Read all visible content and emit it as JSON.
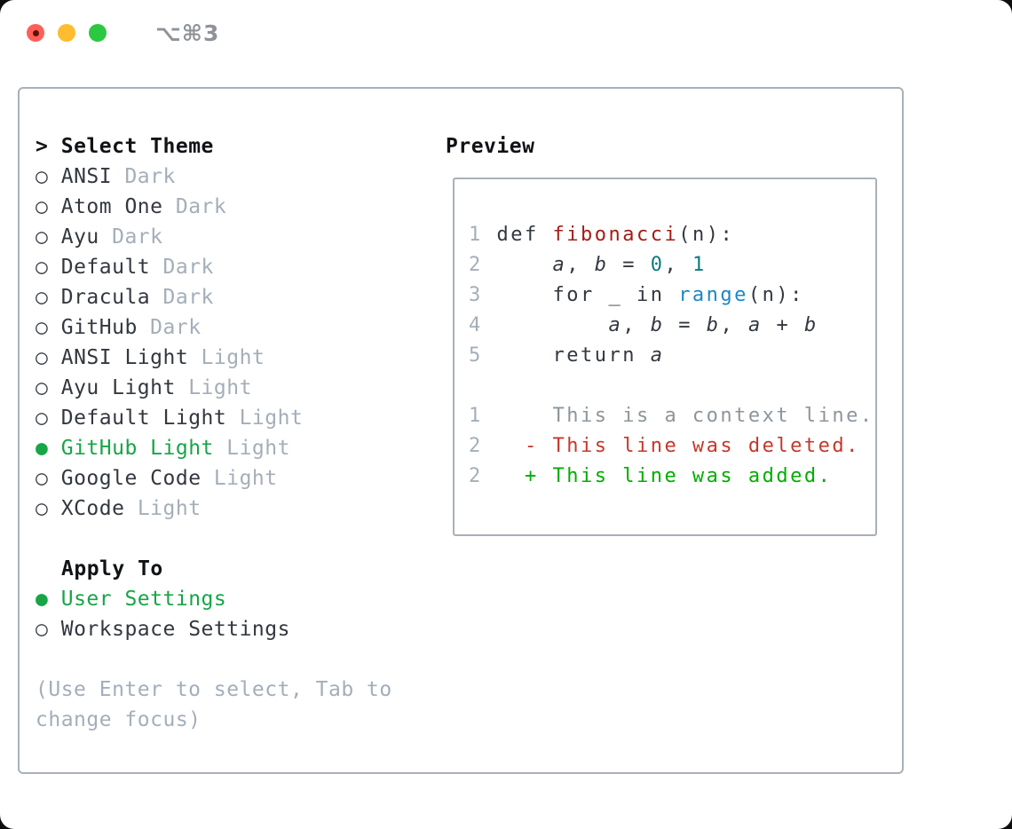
{
  "window": {
    "shortcut_hint": "⌥⌘3",
    "traffic_lights": [
      {
        "name": "close-button",
        "color": "#ff5f57",
        "has_dot": true
      },
      {
        "name": "minimize-button",
        "color": "#febc2e",
        "has_dot": false
      },
      {
        "name": "zoom-button",
        "color": "#2bc840",
        "has_dot": false
      }
    ]
  },
  "theme_panel": {
    "title_prefix": ">",
    "title": "Select Theme",
    "bullets": {
      "selected": "●",
      "unselected": "○"
    },
    "themes": [
      {
        "name": "ANSI",
        "variant": "Dark",
        "selected": false
      },
      {
        "name": "Atom One",
        "variant": "Dark",
        "selected": false
      },
      {
        "name": "Ayu",
        "variant": "Dark",
        "selected": false
      },
      {
        "name": "Default",
        "variant": "Dark",
        "selected": false
      },
      {
        "name": "Dracula",
        "variant": "Dark",
        "selected": false
      },
      {
        "name": "GitHub",
        "variant": "Dark",
        "selected": false
      },
      {
        "name": "ANSI Light",
        "variant": "Light",
        "selected": false
      },
      {
        "name": "Ayu Light",
        "variant": "Light",
        "selected": false
      },
      {
        "name": "Default Light",
        "variant": "Light",
        "selected": false
      },
      {
        "name": "GitHub Light",
        "variant": "Light",
        "selected": true
      },
      {
        "name": "Google Code",
        "variant": "Light",
        "selected": false
      },
      {
        "name": "XCode",
        "variant": "Light",
        "selected": false
      }
    ],
    "apply_to": {
      "title": "Apply To",
      "options": [
        {
          "name": "User Settings",
          "selected": true
        },
        {
          "name": "Workspace Settings",
          "selected": false
        }
      ]
    },
    "help_text": "(Use Enter to select, Tab to change focus)"
  },
  "preview": {
    "title": "Preview",
    "lines": [
      {
        "segments": [
          {
            "t": "1 ",
            "s": "ln"
          },
          {
            "t": "def ",
            "s": "p"
          },
          {
            "t": "fibonacci",
            "s": "fn"
          },
          {
            "t": "(n):",
            "s": "p"
          }
        ]
      },
      {
        "segments": [
          {
            "t": "2 ",
            "s": "ln"
          },
          {
            "t": "    ",
            "s": "p"
          },
          {
            "t": "a",
            "s": "v"
          },
          {
            "t": ", ",
            "s": "p"
          },
          {
            "t": "b",
            "s": "v"
          },
          {
            "t": " = ",
            "s": "p"
          },
          {
            "t": "0",
            "s": "n"
          },
          {
            "t": ", ",
            "s": "p"
          },
          {
            "t": "1",
            "s": "n"
          }
        ]
      },
      {
        "segments": [
          {
            "t": "3 ",
            "s": "ln"
          },
          {
            "t": "    for _ in ",
            "s": "p"
          },
          {
            "t": "range",
            "s": "b"
          },
          {
            "t": "(n):",
            "s": "p"
          }
        ]
      },
      {
        "segments": [
          {
            "t": "4 ",
            "s": "ln"
          },
          {
            "t": "        ",
            "s": "p"
          },
          {
            "t": "a",
            "s": "v"
          },
          {
            "t": ", ",
            "s": "p"
          },
          {
            "t": "b",
            "s": "v"
          },
          {
            "t": " = ",
            "s": "p"
          },
          {
            "t": "b",
            "s": "v"
          },
          {
            "t": ", ",
            "s": "p"
          },
          {
            "t": "a",
            "s": "v"
          },
          {
            "t": " + ",
            "s": "p"
          },
          {
            "t": "b",
            "s": "v"
          }
        ]
      },
      {
        "segments": [
          {
            "t": "5 ",
            "s": "ln"
          },
          {
            "t": "    return ",
            "s": "p"
          },
          {
            "t": "a",
            "s": "v"
          }
        ]
      },
      {
        "segments": []
      },
      {
        "segments": [
          {
            "t": "1 ",
            "s": "ln"
          },
          {
            "t": "    This is a context line.",
            "s": "ctx"
          }
        ]
      },
      {
        "segments": [
          {
            "t": "2 ",
            "s": "ln"
          },
          {
            "t": "  - This line was deleted.",
            "s": "del"
          }
        ]
      },
      {
        "segments": [
          {
            "t": "2 ",
            "s": "ln"
          },
          {
            "t": "  + This line was added.",
            "s": "add"
          }
        ]
      }
    ]
  },
  "colors": {
    "accent-green": "#17a546",
    "added-green": "#00ad00",
    "deleted-red": "#c5382b",
    "function-red": "#a31d15",
    "number-teal": "#0f7b7b",
    "builtin-blue": "#1b87c5",
    "context-gray": "#8d959c",
    "muted": "#a4aeb9",
    "text-dark": "#33383f",
    "border-gray": "#a9b0b8"
  }
}
